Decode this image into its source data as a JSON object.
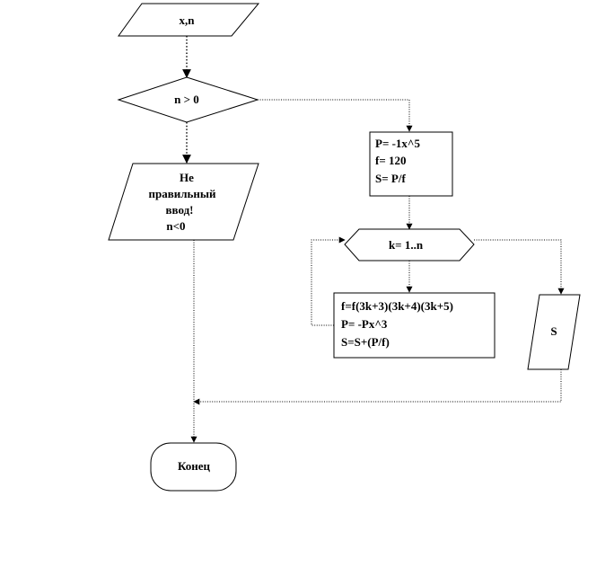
{
  "flowchart": {
    "input_block": {
      "text": "x,n"
    },
    "condition_block": {
      "text": "n > 0"
    },
    "error_block": {
      "lines": [
        "Не",
        "правильный",
        "ввод!",
        "n<0"
      ]
    },
    "init_block": {
      "lines": [
        "P= -1x^5",
        "f= 120",
        "S= P/f"
      ]
    },
    "loop_block": {
      "text": "k= 1..n"
    },
    "body_block": {
      "lines": [
        "f=f(3k+3)(3k+4)(3k+5)",
        "P= -Px^3",
        "S=S+(P/f)"
      ]
    },
    "output_block": {
      "text": "S"
    },
    "end_block": {
      "text": "Конец"
    }
  }
}
